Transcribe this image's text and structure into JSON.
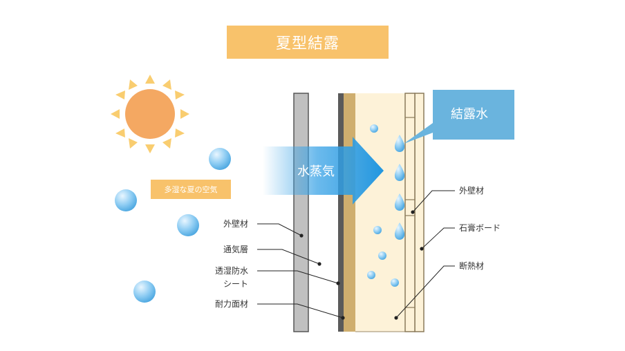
{
  "title": "夏型結露",
  "air_label": "多湿な夏の空気",
  "vapor_label": "水蒸気",
  "condensation_label": "結露水",
  "left_labels": {
    "exterior_wall": "外壁材",
    "ventilation_layer": "通気層",
    "membrane_line1": "透湿防水",
    "membrane_line2": "シート",
    "structural_panel": "耐力面材"
  },
  "right_labels": {
    "exterior_wall": "外壁材",
    "gypsum_board": "石膏ボード",
    "insulation": "断熱材"
  },
  "colors": {
    "title_bg": "#f8c26b",
    "sun": "#f4a862",
    "sun_rays": "#f9cd70",
    "vapor_arrow": "#3aa3e6",
    "callout": "#6ab4de",
    "insulation": "#fdf2d8",
    "structural_panel": "#cfae6e",
    "exterior_wall": "#c0c0c0"
  }
}
